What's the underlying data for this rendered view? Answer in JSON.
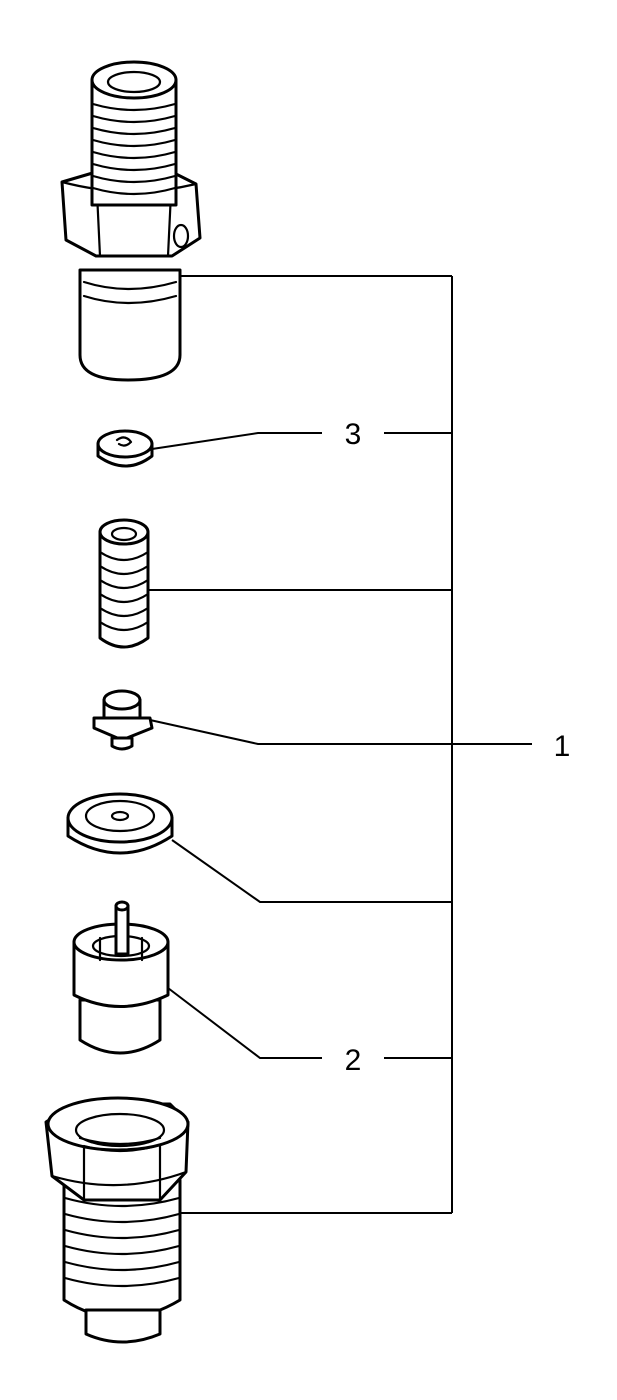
{
  "callouts": {
    "label_1": "1",
    "label_2": "2",
    "label_3": "3"
  },
  "colors": {
    "ink": "#000000",
    "background": "#ffffff"
  }
}
